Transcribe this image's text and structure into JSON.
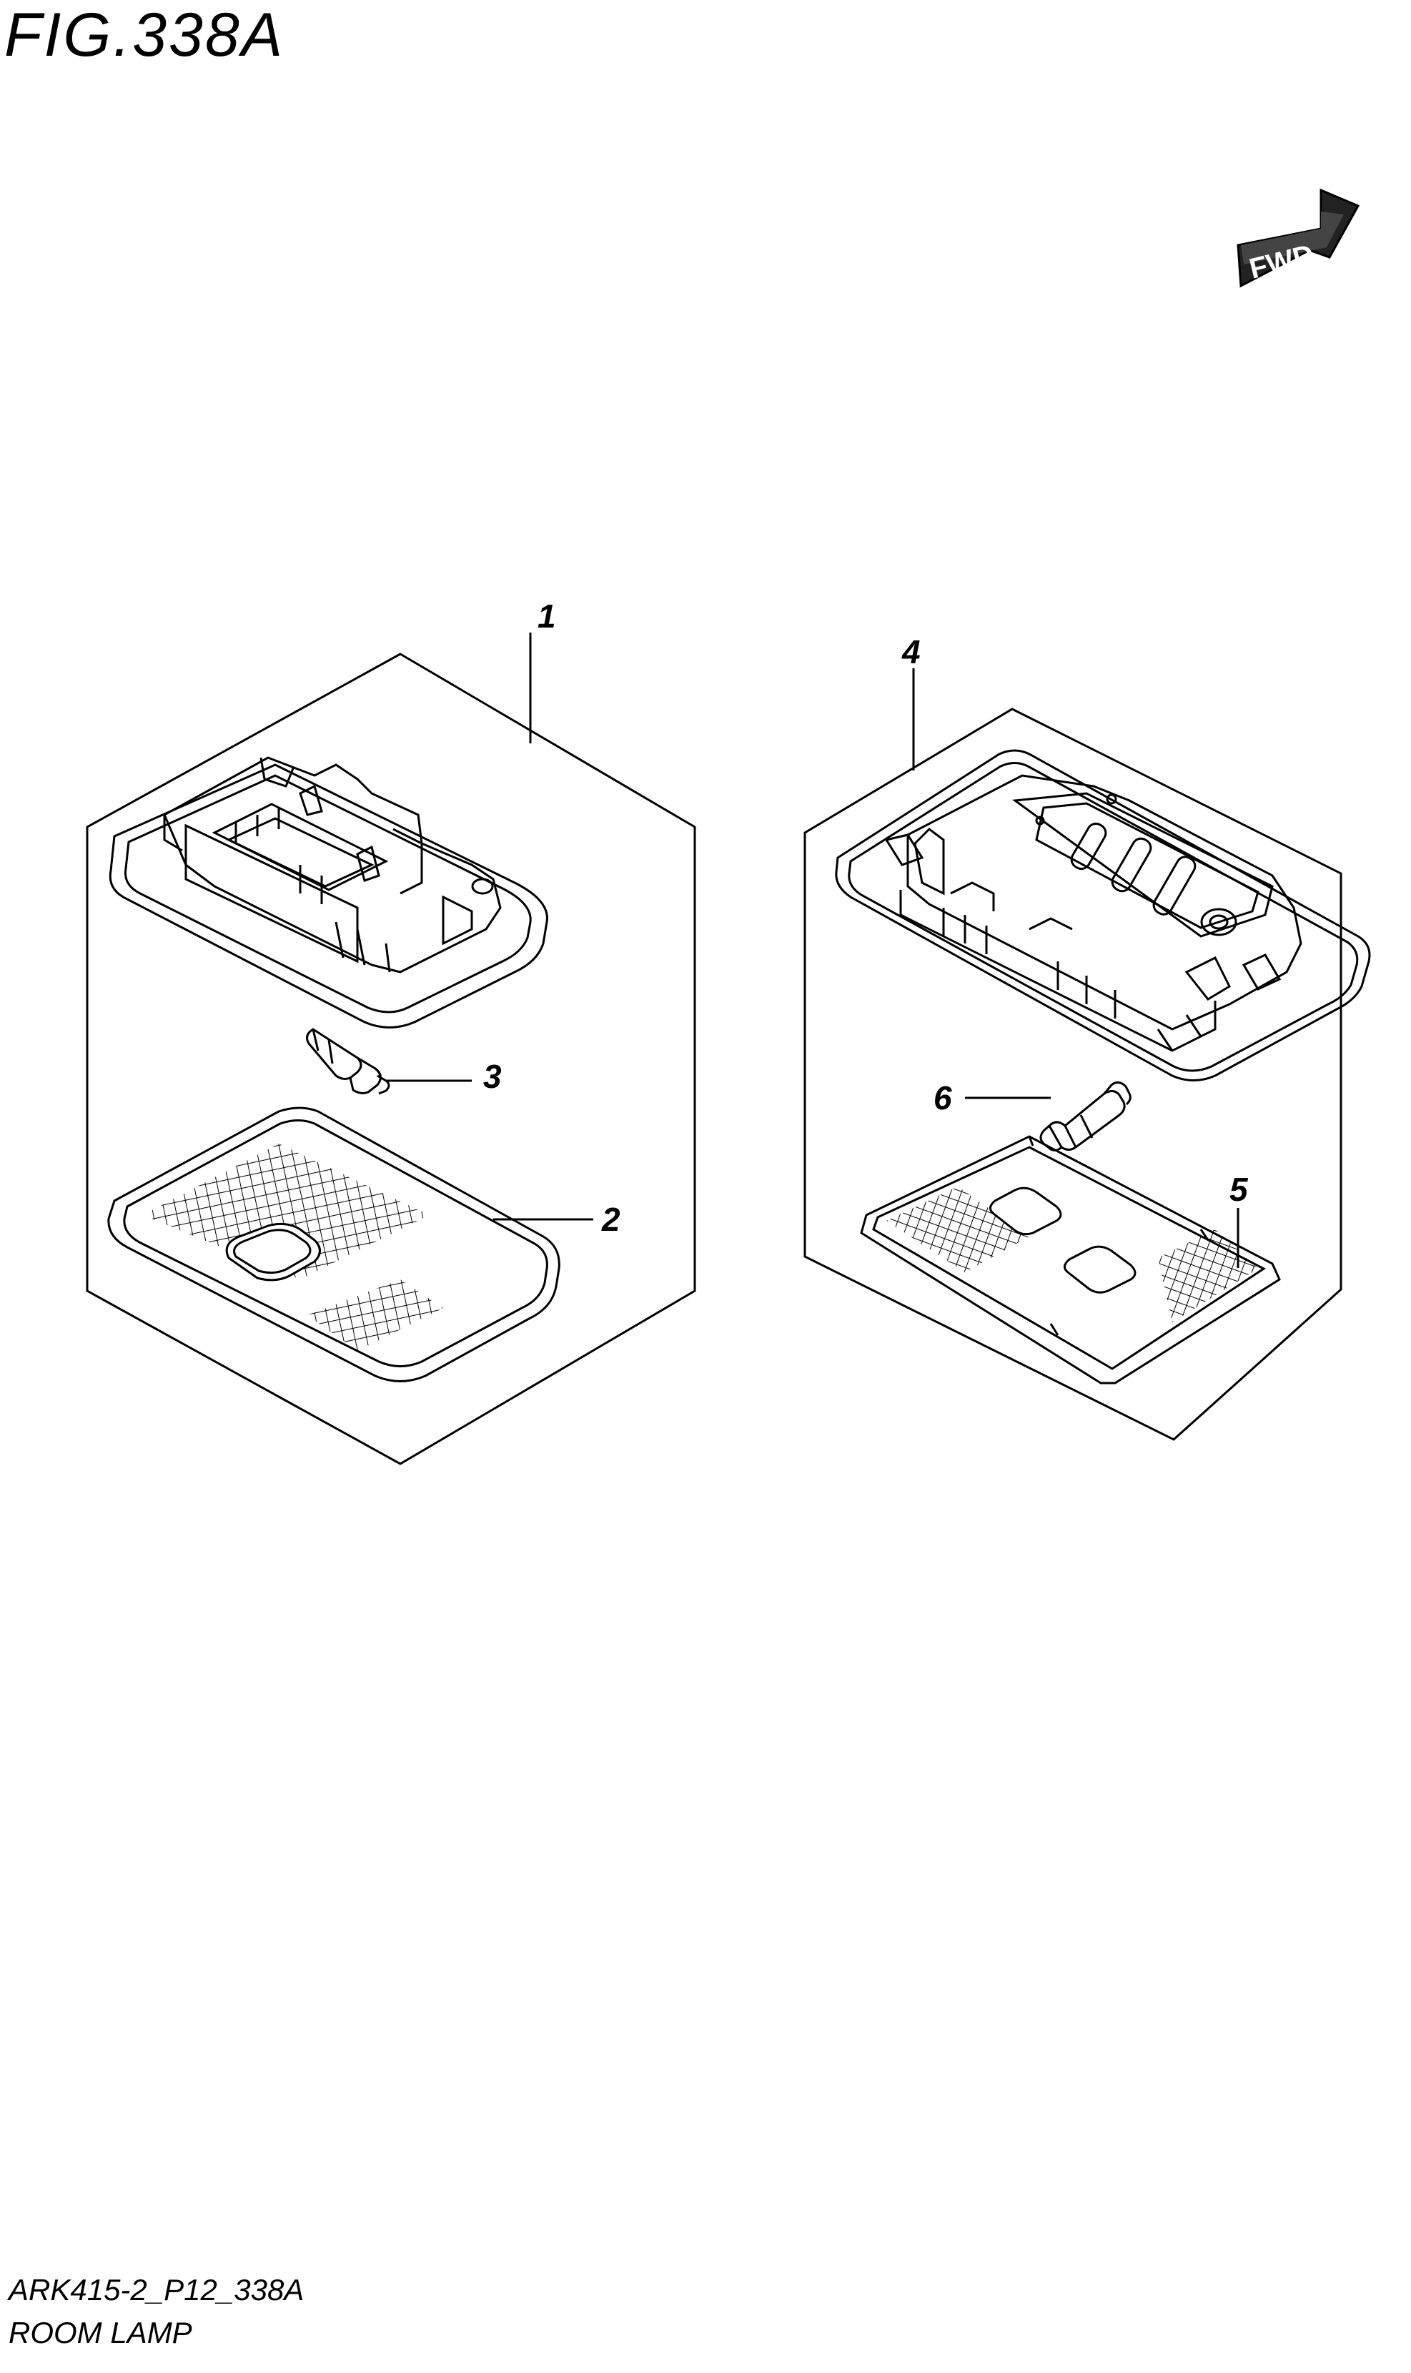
{
  "figure": {
    "title": "FIG.338A",
    "code": "ARK415-2_P12_338A",
    "caption": "ROOM LAMP"
  },
  "direction_badge": {
    "label": "FWD"
  },
  "callouts": [
    {
      "id": "1",
      "label": "1"
    },
    {
      "id": "2",
      "label": "2"
    },
    {
      "id": "3",
      "label": "3"
    },
    {
      "id": "4",
      "label": "4"
    },
    {
      "id": "5",
      "label": "5"
    },
    {
      "id": "6",
      "label": "6"
    }
  ],
  "colors": {
    "line": "#000000",
    "background": "#ffffff",
    "badge_fill": "#222222"
  }
}
